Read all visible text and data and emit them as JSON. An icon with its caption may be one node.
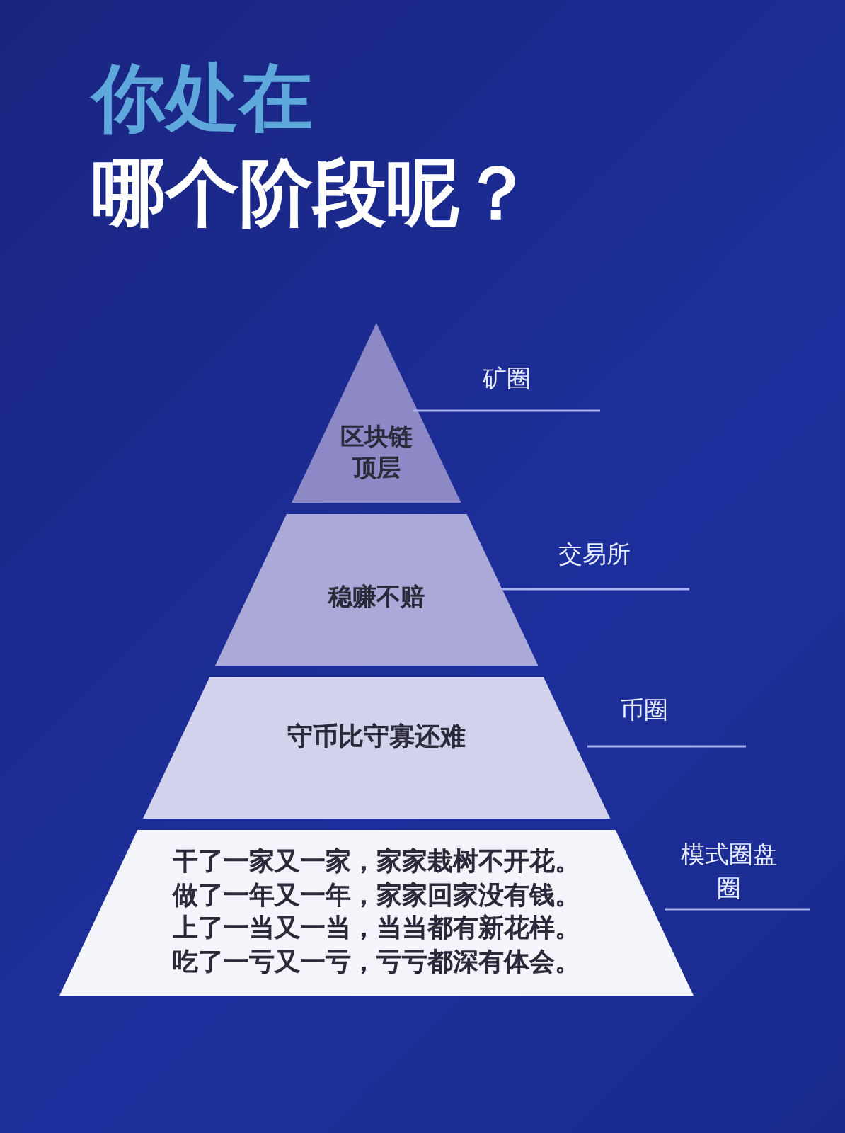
{
  "diagram": {
    "title": "你处在",
    "nodes": [
      {
        "text": [
          "区块链顶层"
        ],
        "beside": [
          "矿圈"
        ]
      },
      {
        "text": [
          "稳赚不赔"
        ],
        "beside": [
          "交易所"
        ]
      },
      {
        "text": [
          "守币比守寡还难"
        ],
        "beside": [
          "币圈"
        ]
      },
      {
        "text": [
          "干了一家又一家，家家栽树不开花。",
          "做了一年又一年，家家回家没有钱。",
          "上了一当又一当，当当都有新花样。",
          "吃了一亏又一亏，亏亏都深有体会。"
        ],
        "beside": [
          "模式圈盘圈"
        ]
      }
    ],
    "labels": [
      "哪个阶段呢？"
    ]
  }
}
